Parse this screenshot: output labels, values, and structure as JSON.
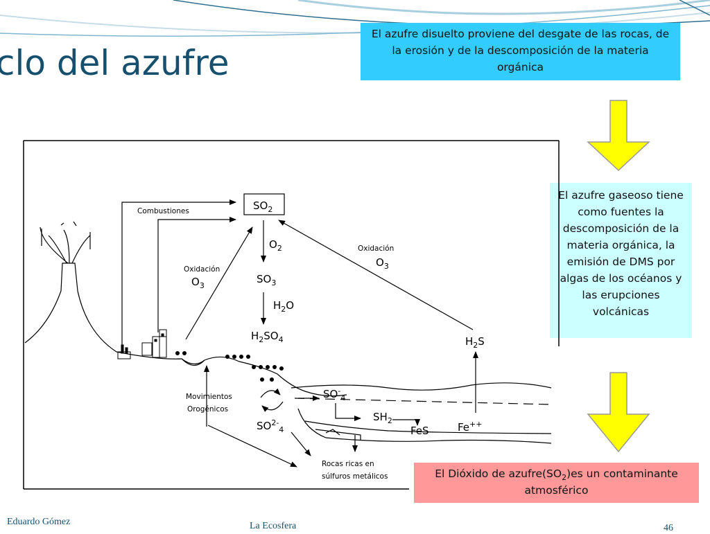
{
  "slide": {
    "title": "clo del azufre",
    "footer": {
      "author": "Eduardo Gómez",
      "course": "La Ecosfera",
      "page": "46"
    }
  },
  "callouts": {
    "dissolved": "El azufre disuelto proviene del desgate de las rocas, de la erosión y de la descomposición de la materia orgánica",
    "gaseous": "El azufre gaseoso tiene como fuentes la descomposición de la materia orgánica, la emisión de DMS por algas de los océanos y las erupciones volcánicas",
    "pollutant_before": "El Dióxido de azufre(SO",
    "pollutant_sub": "2",
    "pollutant_after": ")es un contaminante atmosférico"
  },
  "diagram": {
    "labels": {
      "combustiones": "Combustiones",
      "oxidacion_left": "Oxidación",
      "o3_left": "O",
      "o3_left_sub": "3",
      "oxidacion_right": "Oxidación",
      "o3_right": "O",
      "o3_right_sub": "3",
      "o2": "O",
      "o2_sub": "2",
      "h2o": "H",
      "h2o_sub": "2",
      "h2o_end": "O",
      "movimientos_1": "Movimientos",
      "movimientos_2": "Orogénicos",
      "rocas_1": "Rocas ricas en",
      "rocas_2": "súlfuros metálicos"
    },
    "compounds": {
      "so2": "SO",
      "so2_sub": "2",
      "so3": "SO",
      "so3_sub": "3",
      "h2so4_h": "H",
      "h2so4_sub1": "2",
      "h2so4_so": "SO",
      "h2so4_sub2": "4",
      "h2s_h": "H",
      "h2s_sub": "2",
      "h2s_s": "S",
      "so4": "SO",
      "so4_sup": "-",
      "so4_sub": "4",
      "so42": "SO",
      "so42_sup": "2-",
      "so42_sub": "4",
      "sh2": "SH",
      "sh2_sub": "2",
      "fes": "FeS",
      "fe": "Fe",
      "fe_sup": "++"
    }
  },
  "colors": {
    "title": "#17506e",
    "callout_dissolved": "#33ccff",
    "callout_gaseous": "#ccffff",
    "callout_pollutant": "#ff9999",
    "arrow_fill": "#ffff00",
    "arrow_stroke": "#999999"
  }
}
